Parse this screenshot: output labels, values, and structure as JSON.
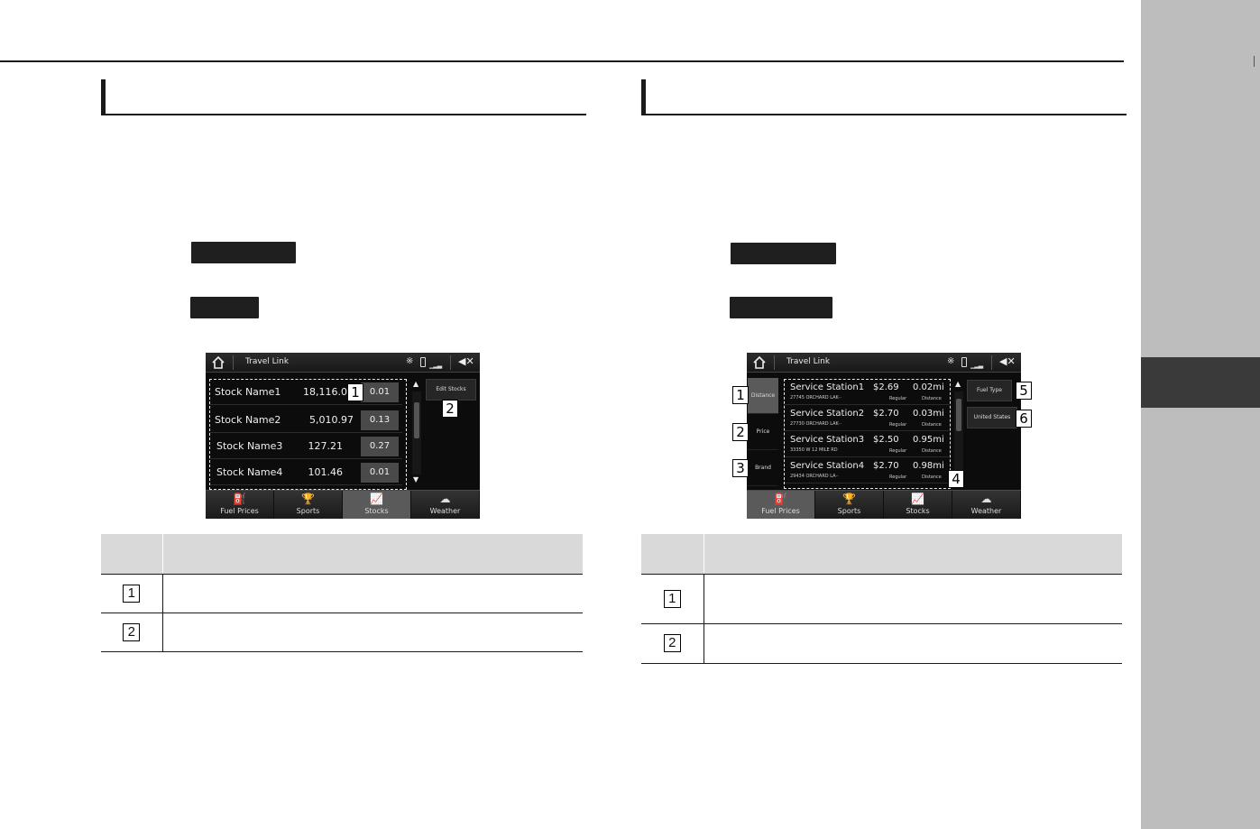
{
  "left_section": {
    "screen": {
      "title": "Travel Link",
      "stocks": [
        {
          "name": "Stock Name1",
          "value": "18,116.04",
          "change": "0.01"
        },
        {
          "name": "Stock Name2",
          "value": "5,010.97",
          "change": "0.13"
        },
        {
          "name": "Stock Name3",
          "value": "127.21",
          "change": "0.27"
        },
        {
          "name": "Stock Name4",
          "value": "101.46",
          "change": "0.01"
        }
      ],
      "edit_button": "Edit Stocks",
      "tabs": [
        "Fuel Prices",
        "Sports",
        "Stocks",
        "Weather"
      ]
    },
    "callouts": [
      "1",
      "2"
    ],
    "table_rows": [
      "1",
      "2"
    ]
  },
  "right_section": {
    "screen": {
      "title": "Travel Link",
      "sort_buttons": [
        "Distance",
        "Price",
        "Brand"
      ],
      "stations": [
        {
          "name": "Service Station1",
          "address": "27745 ORCHARD LAK··",
          "price": "$2.69",
          "price_label": "Regular",
          "distance": "0.02mi",
          "distance_label": "Distance"
        },
        {
          "name": "Service Station2",
          "address": "27730 ORCHARD LAK··",
          "price": "$2.70",
          "price_label": "Regular",
          "distance": "0.03mi",
          "distance_label": "Distance"
        },
        {
          "name": "Service Station3",
          "address": "33350 W 12 MILE RD",
          "price": "$2.50",
          "price_label": "Regular",
          "distance": "0.95mi",
          "distance_label": "Distance"
        },
        {
          "name": "Service Station4",
          "address": "29434 ORCHARD LA··",
          "price": "$2.70",
          "price_label": "Regular",
          "distance": "0.98mi",
          "distance_label": "Distance"
        }
      ],
      "fuel_type_button": "Fuel Type",
      "region_button": "United States",
      "tabs": [
        "Fuel Prices",
        "Sports",
        "Stocks",
        "Weather"
      ]
    },
    "callouts": [
      "1",
      "2",
      "3",
      "4",
      "5",
      "6"
    ],
    "table_rows": [
      "1",
      "2"
    ]
  },
  "icons": {
    "home": "home-icon",
    "bluetooth": "bluetooth-icon",
    "mute": "mute-icon"
  },
  "colors": {
    "side_tab": "#bdbdbd",
    "side_tab_marker": "#3a3a3a",
    "table_header": "#d9d9d9"
  }
}
